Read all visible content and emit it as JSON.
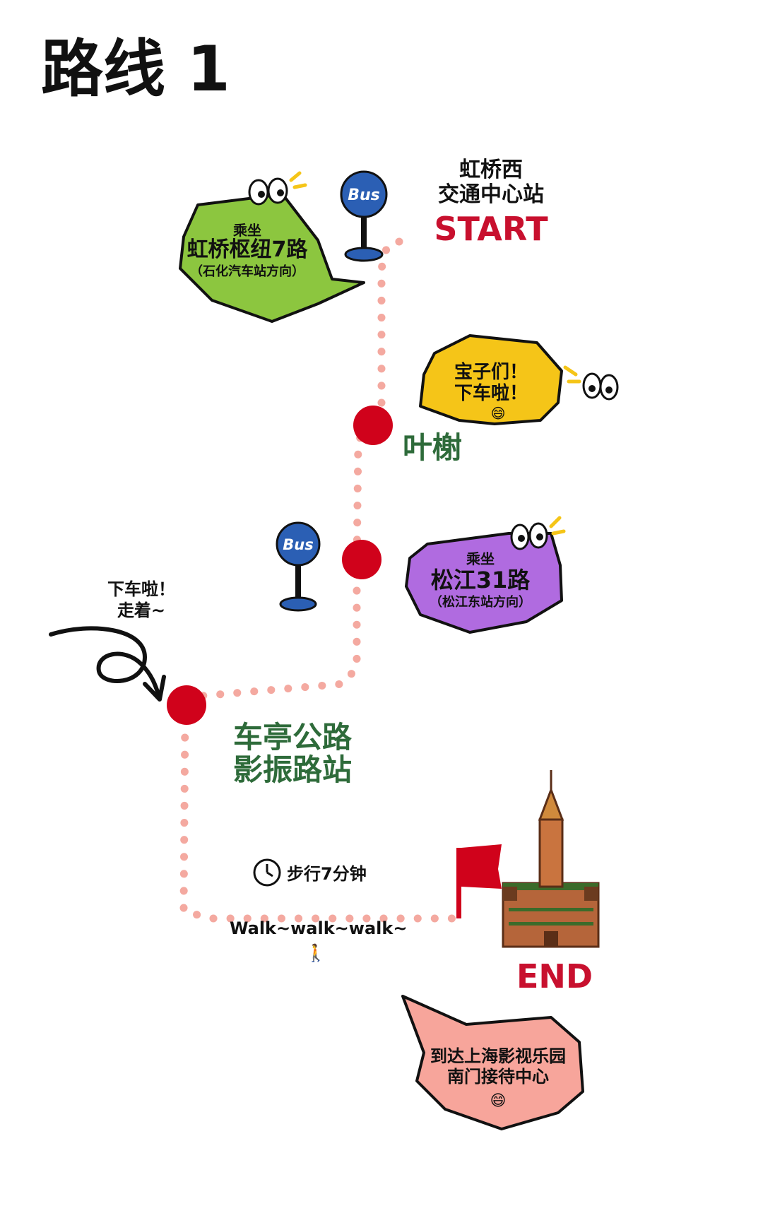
{
  "title": "路线 1",
  "start": {
    "station_line1": "虹桥西",
    "station_line2": "交通中心站",
    "label": "START"
  },
  "bubble1": {
    "small": "乘坐",
    "route": "虹桥枢纽7路",
    "direction": "（石化汽车站方向）"
  },
  "bubble2": {
    "line1": "宝子们！",
    "line2": "下车啦！",
    "emoji": "😄"
  },
  "stop_yeshu": "叶榭",
  "bubble3": {
    "small": "乘坐",
    "route": "松江31路",
    "direction": "（松江东站方向）"
  },
  "arrow_note": {
    "line1": "下车啦！",
    "line2": "走着~"
  },
  "stop_chexiang": {
    "line1": "车亭公路",
    "line2": "影振路站"
  },
  "walk": {
    "time": "步行7分钟",
    "text": "Walk~walk~walk~",
    "walker": "🚶"
  },
  "end_label": "END",
  "bubble4": {
    "line1": "到达上海影视乐园",
    "line2": "南门接待中心",
    "emoji": "😄"
  },
  "bus_sign": "Bus",
  "colors": {
    "route_dot": "#f4a9a0",
    "stop_red": "#d0021b",
    "start_red": "#c8102e",
    "stop_green": "#2e6b3a",
    "bus_blue": "#2b5fb4",
    "bubble_green": "#8cc63f",
    "bubble_yellow": "#f5c518",
    "bubble_purple": "#b06be0",
    "bubble_pink": "#f7a59b"
  }
}
